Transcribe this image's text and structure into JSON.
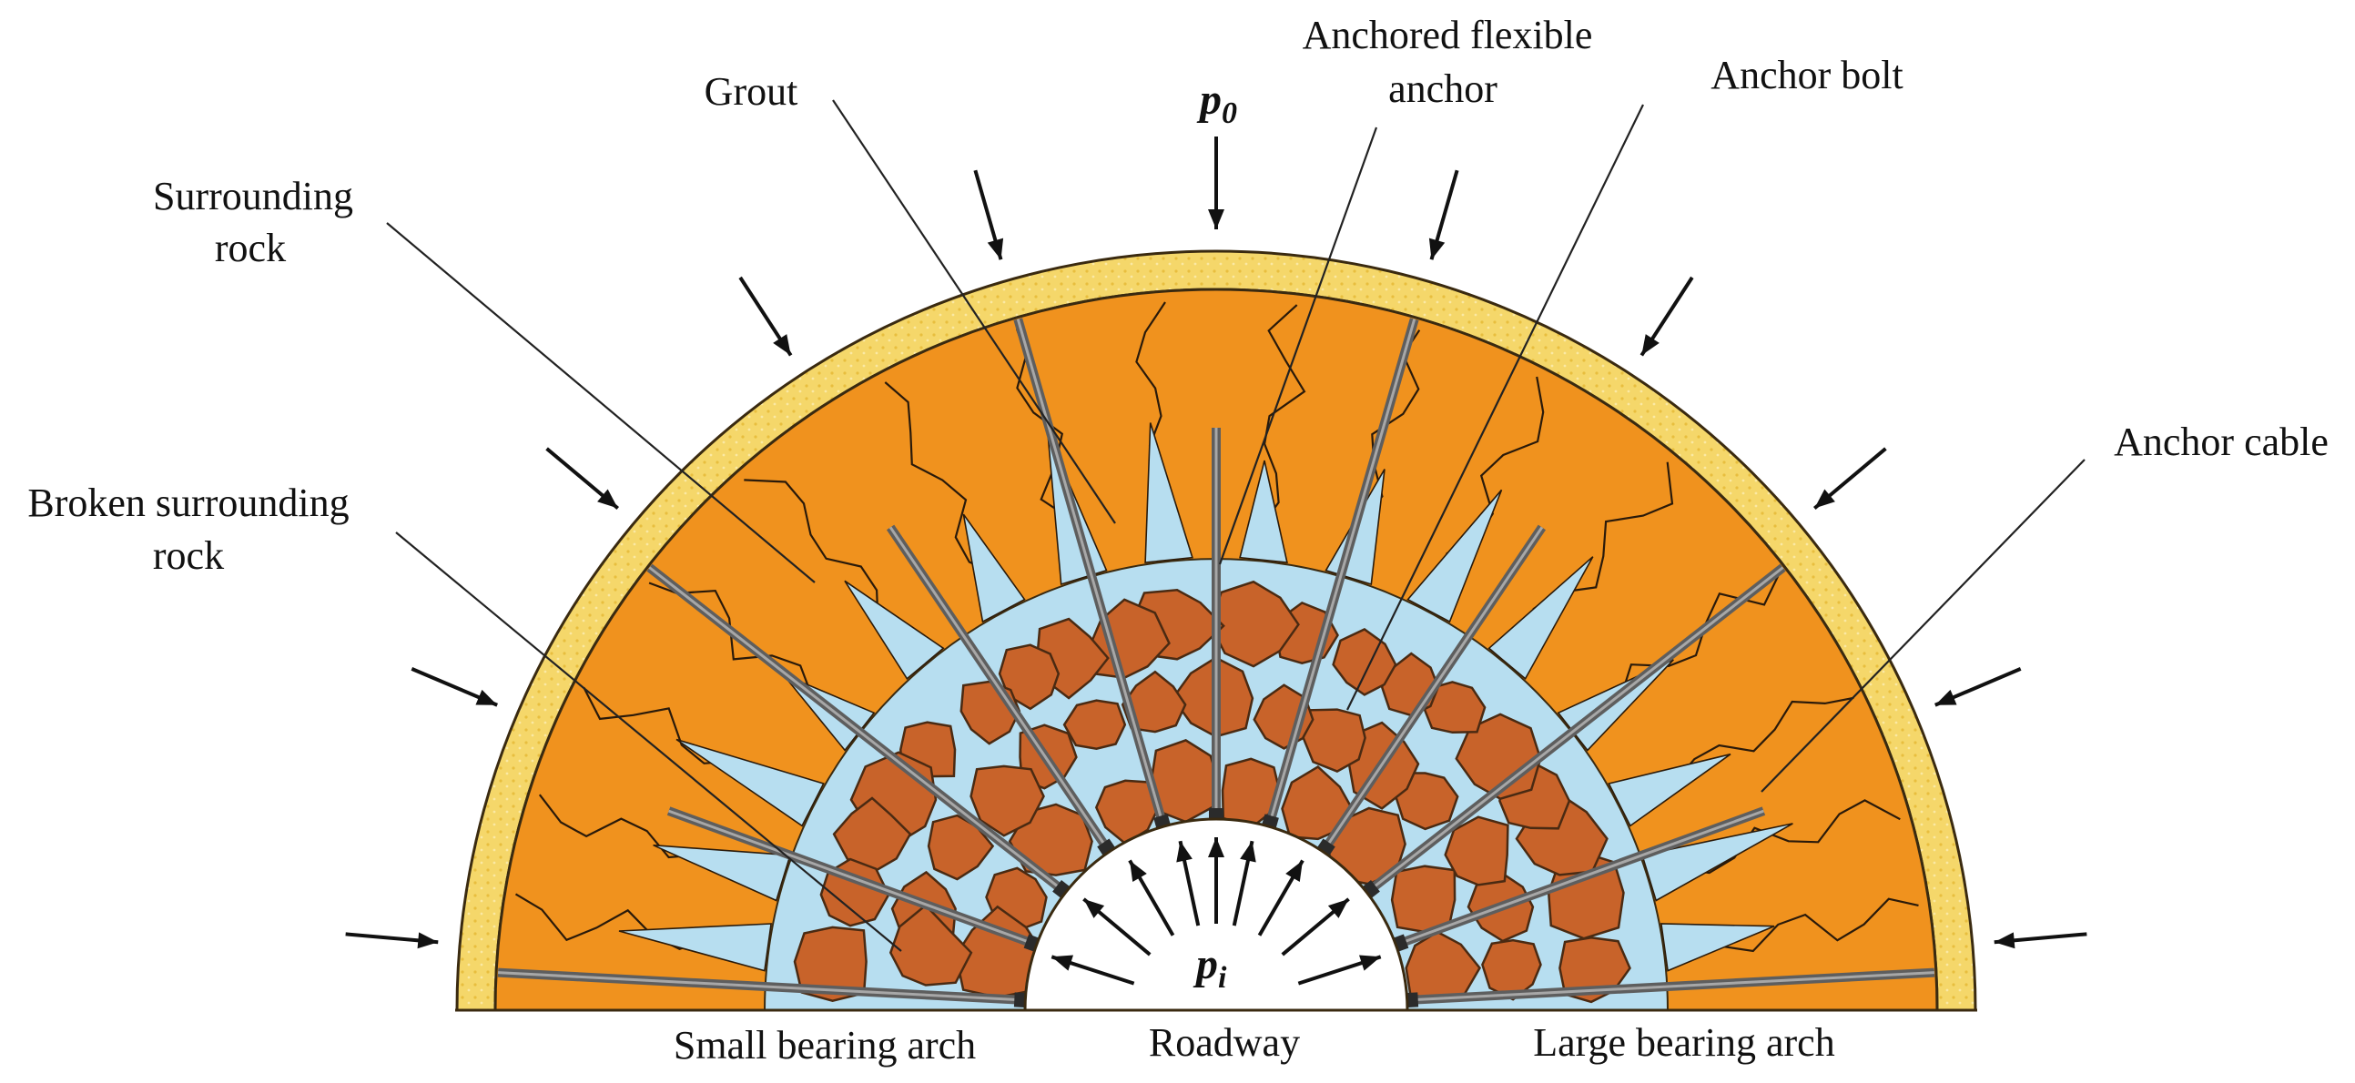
{
  "labels": {
    "grout": "Grout",
    "anchored_flexible_anchor_line1": "Anchored flexible",
    "anchored_flexible_anchor_line2": "anchor",
    "anchor_bolt": "Anchor bolt",
    "surrounding_rock_line1": "Surrounding",
    "surrounding_rock_line2": "rock",
    "anchor_cable": "Anchor cable",
    "broken_surrounding_rock_line1": "Broken surrounding",
    "broken_surrounding_rock_line2": "rock",
    "small_bearing_arch": "Small bearing arch",
    "roadway": "Roadway",
    "large_bearing_arch": "Large bearing arch"
  },
  "symbols": {
    "outer_pressure": "p",
    "outer_pressure_sub": "0",
    "inner_pressure": "p",
    "inner_pressure_sub": "i"
  },
  "colors": {
    "outer_lining": "#f5d76a",
    "surrounding_rock": "#f0921e",
    "broken_rock_zone": "#d9742a",
    "grout": "#b7def0",
    "bolt": "#5e5e5e",
    "ink": "#111111"
  }
}
